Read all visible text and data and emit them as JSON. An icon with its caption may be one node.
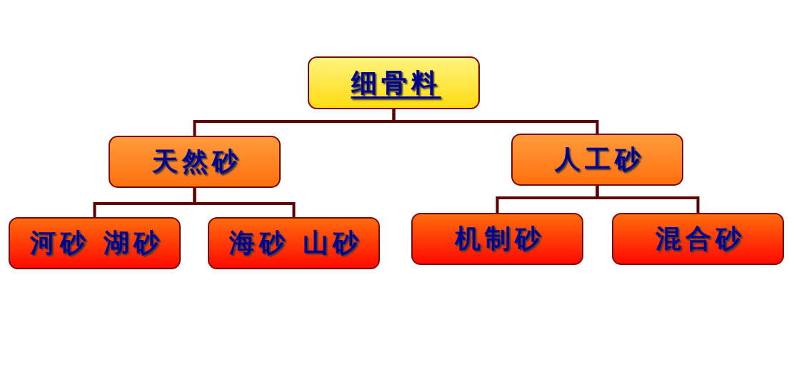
{
  "diagram": {
    "nodes": [
      {
        "text": [
          "细骨料"
        ]
      },
      {
        "text": [
          "天然砂"
        ]
      },
      {
        "text": [
          "人工砂"
        ]
      },
      {
        "text": [
          "河砂 湖砂"
        ]
      },
      {
        "text": [
          "海砂 山砂"
        ]
      },
      {
        "text": [
          "机制砂"
        ]
      },
      {
        "text": [
          "混合砂"
        ]
      }
    ],
    "edges": [
      {
        "from": 0,
        "to": 1,
        "arrow": "none"
      },
      {
        "from": 0,
        "to": 2,
        "arrow": "none"
      },
      {
        "from": 1,
        "to": 3,
        "arrow": "none"
      },
      {
        "from": 1,
        "to": 4,
        "arrow": "none"
      },
      {
        "from": 2,
        "to": 5,
        "arrow": "none"
      },
      {
        "from": 2,
        "to": 6,
        "arrow": "none"
      }
    ]
  }
}
